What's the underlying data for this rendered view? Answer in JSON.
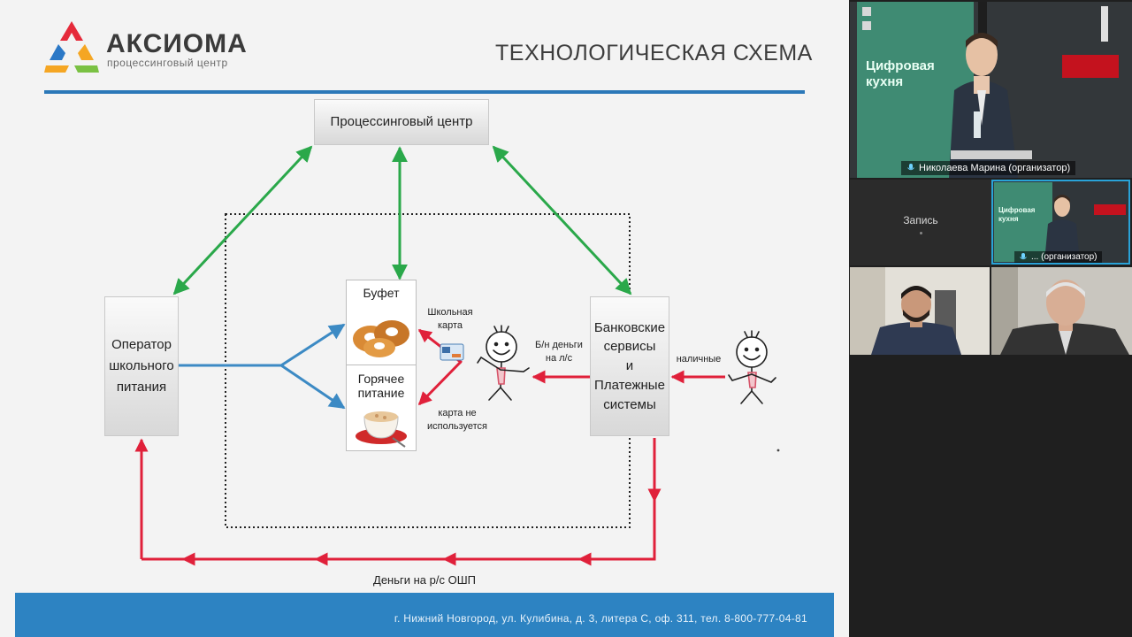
{
  "slide": {
    "logo_name": "АКСИОМА",
    "logo_sub": "процессинговый центр",
    "title": "ТЕХНОЛОГИЧЕСКАЯ СХЕМА",
    "boxes": {
      "processing_center": "Процессинговый центр",
      "operator": "Оператор\nшкольного\nпитания",
      "bank": "Банковские\nсервисы\nи\nПлатежные\nсистемы",
      "buffet": "Буфет",
      "hot_meal": "Горячее\nпитание"
    },
    "notes": {
      "school_card": "Школьная\nкарта",
      "card_not_used": "карта не\nиспользуется",
      "cashless": "Б/н деньги\nна л/с",
      "cash": "наличные",
      "money_to_account": "Деньги на р/с ОШП"
    },
    "footer": "г. Нижний Новгород, ул. Кулибина, д. 3, литера С, оф. 311,  тел. 8-800-777-04-81",
    "colors": {
      "green": "#2aa84a",
      "red": "#e0203a",
      "blue": "#3c8ac4",
      "footer": "#2d83c2"
    }
  },
  "video": {
    "main_label": "Николаева Марина (организатор)",
    "main_banner": "Цифровая\nкухня",
    "record_label": "Запись",
    "small_label": "... (организатор)",
    "small_banner": "Цифровая\nкухня",
    "mic_icon": "microphone-icon"
  }
}
